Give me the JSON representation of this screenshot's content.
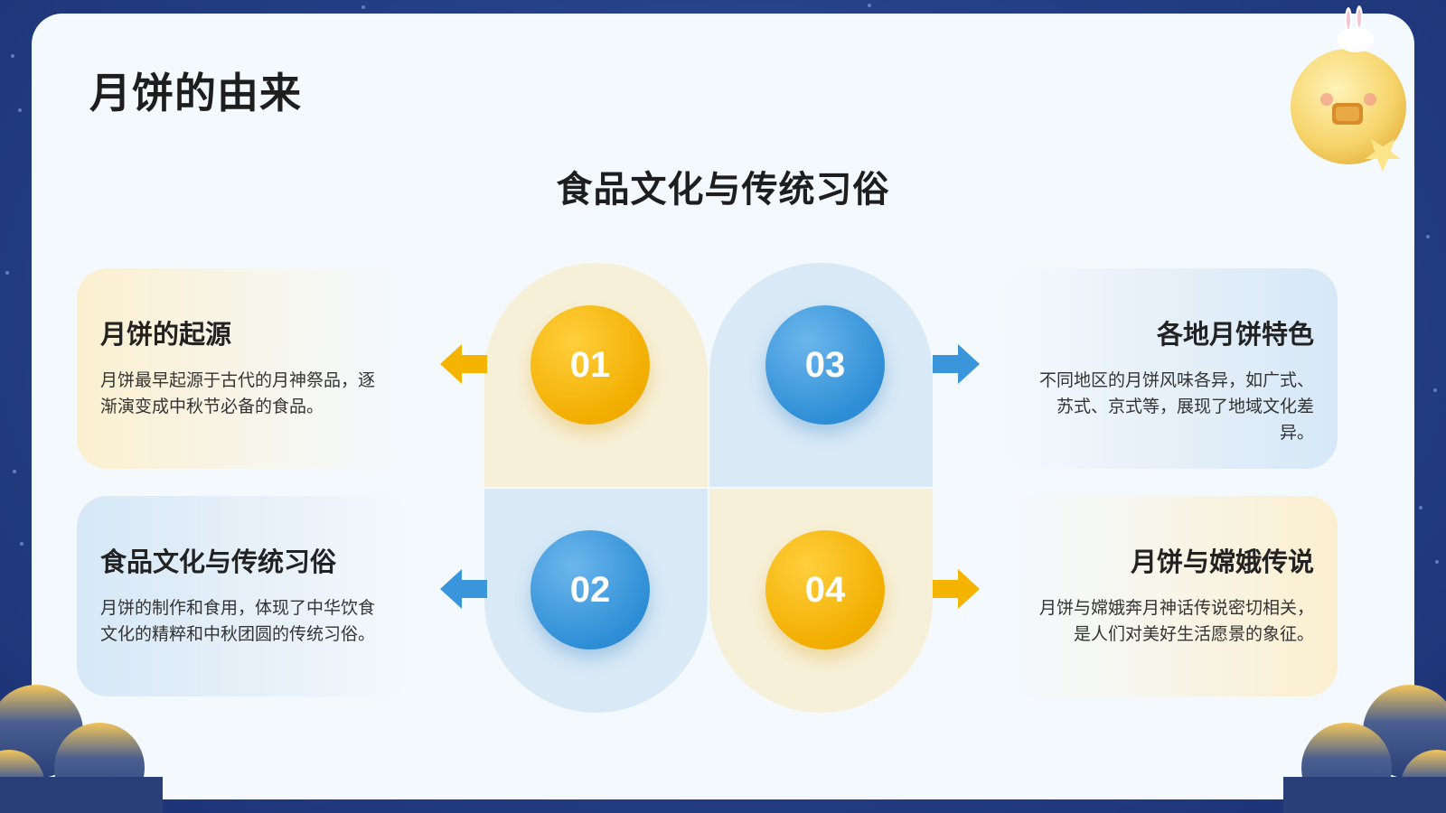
{
  "slide": {
    "title": "月饼的由来",
    "subtitle": "食品文化与传统习俗"
  },
  "items": [
    {
      "number": "01",
      "heading": "月饼的起源",
      "text": "月饼最早起源于古代的月神祭品，逐渐演变成中秋节必备的食品。",
      "color": "#f2ae00"
    },
    {
      "number": "02",
      "heading": "食品文化与传统习俗",
      "text": "月饼的制作和食用，体现了中华饮食文化的精粹和中秋团圆的传统习俗。",
      "color": "#2f8fd6"
    },
    {
      "number": "03",
      "heading": "各地月饼特色",
      "text": "不同地区的月饼风味各异，如广式、苏式、京式等，展现了地域文化差异。",
      "color": "#2f8fd6"
    },
    {
      "number": "04",
      "heading": "月饼与嫦娥传说",
      "text": "月饼与嫦娥奔月神话传说密切相关，是人们对美好生活愿景的象征。",
      "color": "#f2ae00"
    }
  ],
  "theme": {
    "background": "#243f86",
    "card": "#f4f9fe",
    "gold": "#f2ae00",
    "blue": "#2f8fd6"
  },
  "icons": [
    "moon-rabbit-icon",
    "star-icon",
    "cloud-icon",
    "arrow-left-icon",
    "arrow-right-icon"
  ]
}
